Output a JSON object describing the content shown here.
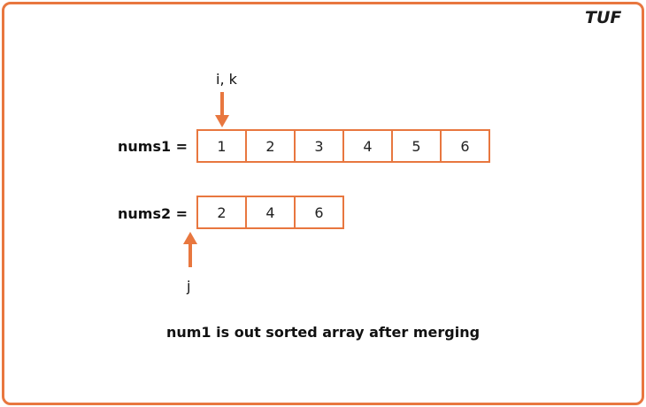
{
  "logo": {
    "text": "TUF"
  },
  "nums1": {
    "label": "nums1 =",
    "values": [
      "1",
      "2",
      "3",
      "4",
      "5",
      "6"
    ]
  },
  "nums2": {
    "label": "nums2 =",
    "values": [
      "2",
      "4",
      "6"
    ]
  },
  "pointers": {
    "top": "i, k",
    "bottom": "j"
  },
  "caption": "num1 is out sorted array after merging",
  "colors": {
    "accent": "#e8773f",
    "text": "#111111"
  }
}
